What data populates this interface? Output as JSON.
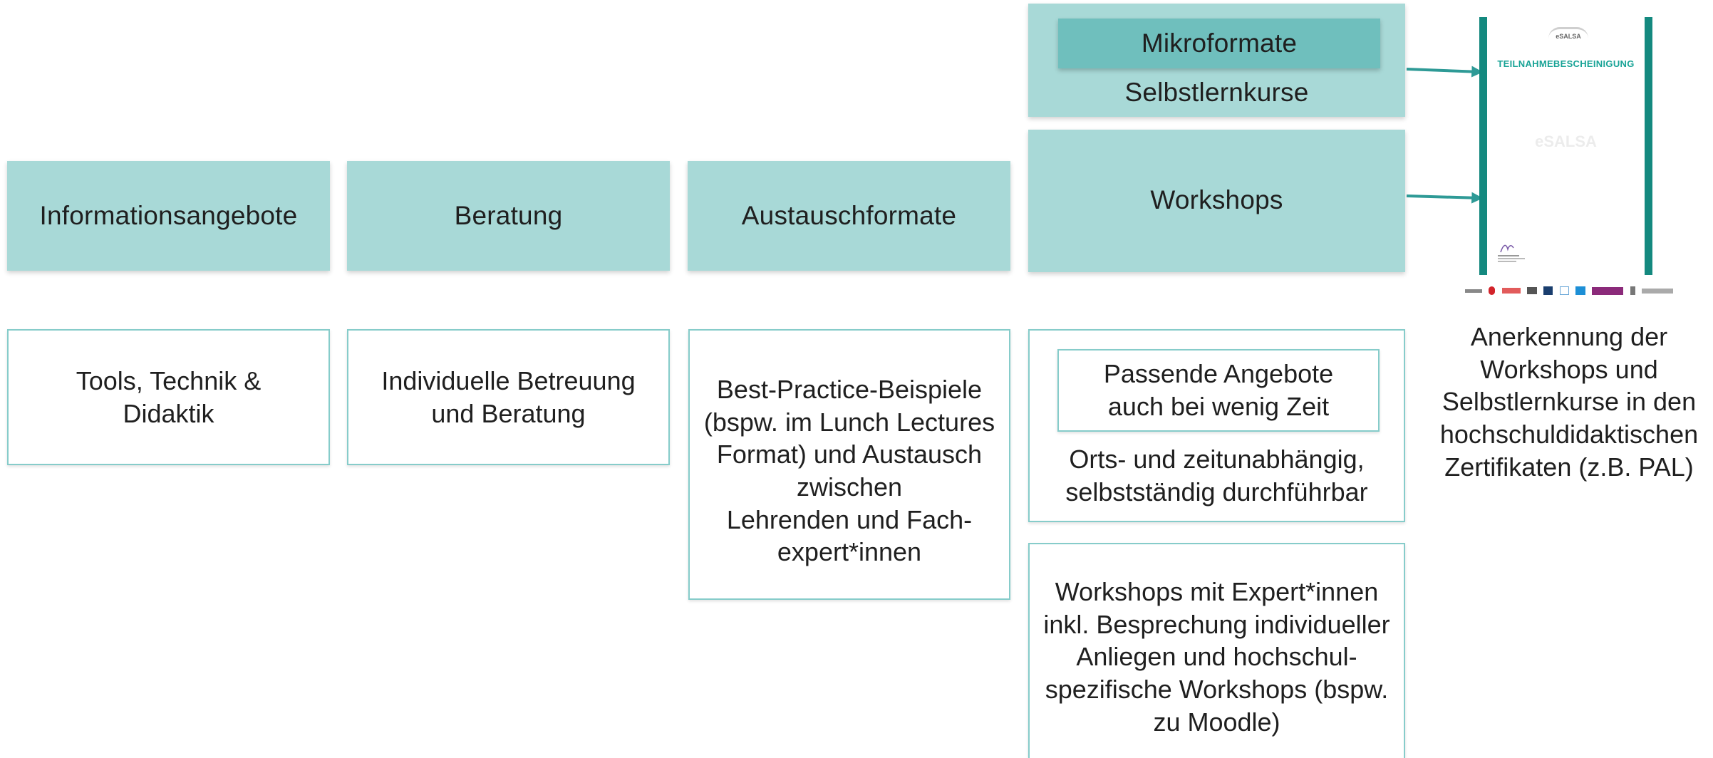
{
  "top_row": {
    "information": "Informationsangebote",
    "consulting": "Beratung",
    "exchange": "Austauschformate",
    "workshops": "Workshops",
    "micro_title": "Mikroformate",
    "self_learning": "Selbstlernkurse"
  },
  "details": {
    "tools": "Tools, Technik &\nDidaktik",
    "individual": "Individuelle Betreuung\nund Beratung",
    "best_practice": "Best-Practice-Beispiele\n(bspw. im Lunch Lectures\nFormat) und Austausch\nzwischen\nLehrenden und Fach-\nexpert*innen",
    "fitting_offers": "Passende Angebote\nauch bei wenig Zeit",
    "location_time": "Orts- und zeitunabhängig,\nselbstständig durchführbar",
    "expert_workshops": "Workshops mit Expert*innen\ninkl. Besprechung individueller\nAnliegen und hochschul-\nspezifische Workshops (bspw.\nzu Moodle)"
  },
  "recognition": "Anerkennung der\nWorkshops und\nSelbstlernkurse in den\nhochschuldidaktischen\nZertifikaten (z.B. PAL)",
  "certificate": {
    "logo_text": "eSALSA",
    "title": "TEILNAHMEBESCHEINIGUNG",
    "watermark": "eSALSA"
  },
  "colors": {
    "box_fill": "#a8d9d7",
    "sub_fill": "#6fbfbd",
    "border": "#86ccca",
    "arrow": "#2e9a96",
    "cert_bar": "#14897f"
  }
}
